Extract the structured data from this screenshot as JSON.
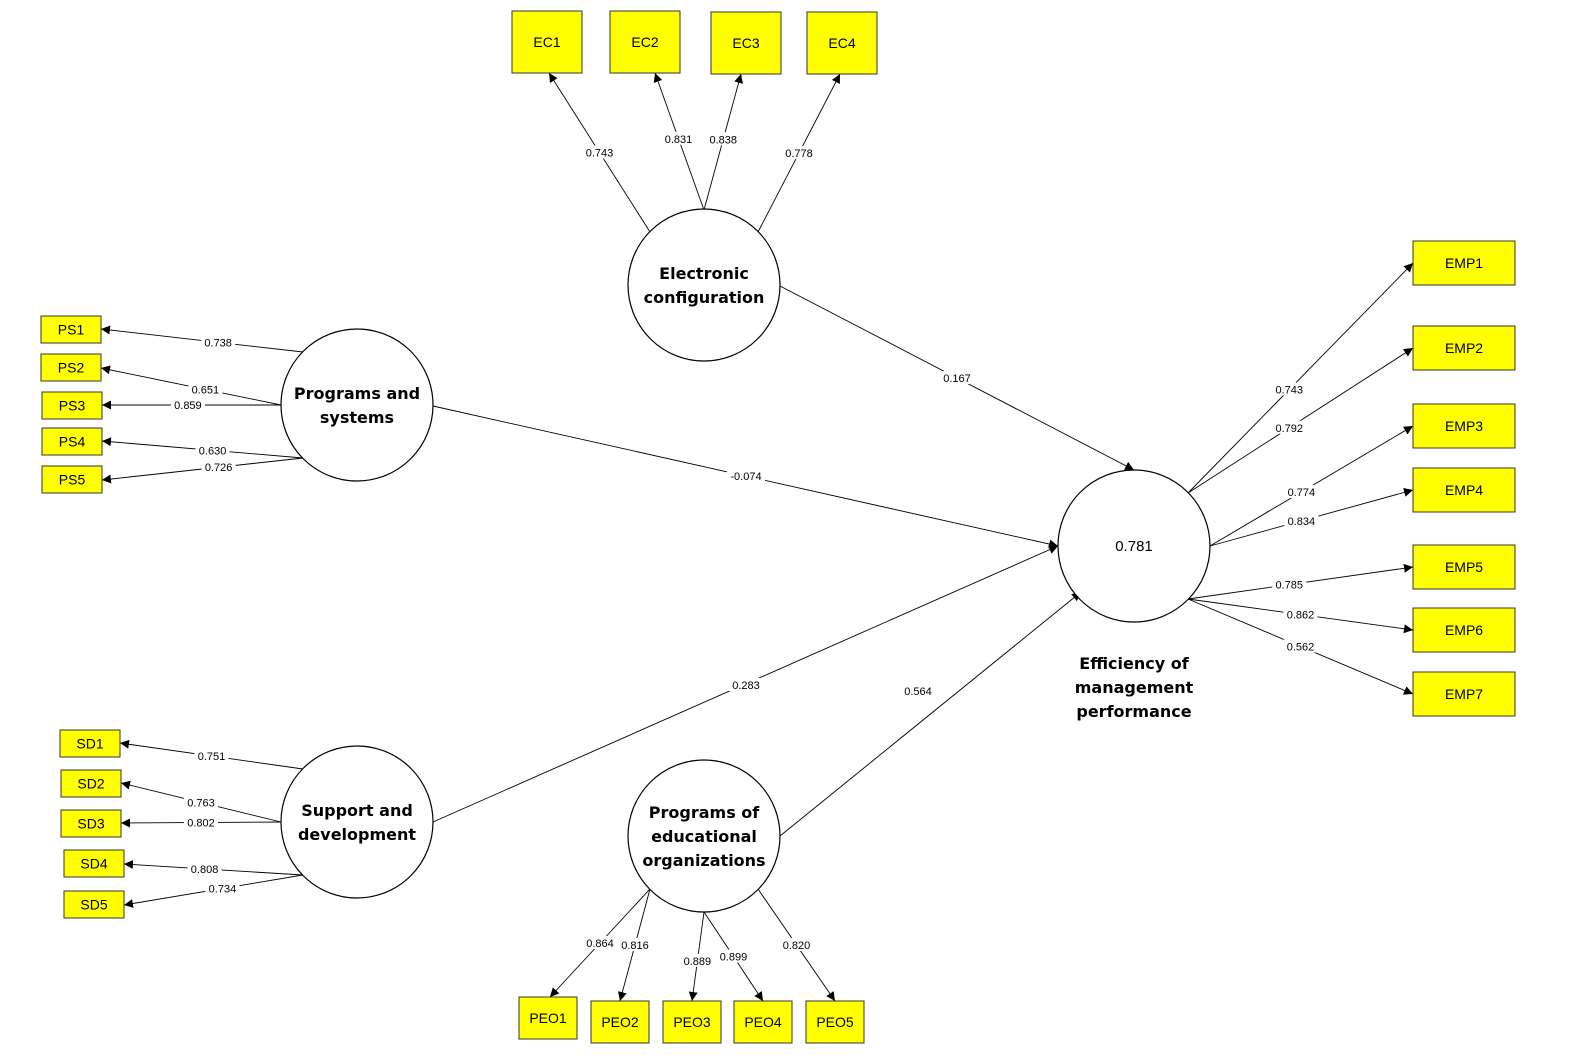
{
  "colors": {
    "indicator_fill": "#ffff00",
    "construct_fill": "#ffffff",
    "line": "#000000"
  },
  "constructs": [
    {
      "id": "EC",
      "lines": [
        "Electronic",
        "configuration"
      ]
    },
    {
      "id": "PS",
      "lines": [
        "Programs and",
        "systems"
      ]
    },
    {
      "id": "SD",
      "lines": [
        "Support and",
        "development"
      ]
    },
    {
      "id": "PEO",
      "lines": [
        "Programs of",
        "educational",
        "organizations"
      ]
    },
    {
      "id": "EMP",
      "lines": [],
      "r2": "0.781",
      "caption": [
        "Efficiency of",
        "management",
        "performance"
      ]
    }
  ],
  "indicators": [
    {
      "label": "EC1",
      "construct": "EC",
      "loading": "0.743"
    },
    {
      "label": "EC2",
      "construct": "EC",
      "loading": "0.831"
    },
    {
      "label": "EC3",
      "construct": "EC",
      "loading": "0.838"
    },
    {
      "label": "EC4",
      "construct": "EC",
      "loading": "0.778"
    },
    {
      "label": "PS1",
      "construct": "PS",
      "loading": "0.738"
    },
    {
      "label": "PS2",
      "construct": "PS",
      "loading": "0.651"
    },
    {
      "label": "PS3",
      "construct": "PS",
      "loading": "0.859"
    },
    {
      "label": "PS4",
      "construct": "PS",
      "loading": "0.630"
    },
    {
      "label": "PS5",
      "construct": "PS",
      "loading": "0.726"
    },
    {
      "label": "SD1",
      "construct": "SD",
      "loading": "0.751"
    },
    {
      "label": "SD2",
      "construct": "SD",
      "loading": "0.763"
    },
    {
      "label": "SD3",
      "construct": "SD",
      "loading": "0.802"
    },
    {
      "label": "SD4",
      "construct": "SD",
      "loading": "0.808"
    },
    {
      "label": "SD5",
      "construct": "SD",
      "loading": "0.734"
    },
    {
      "label": "PEO1",
      "construct": "PEO",
      "loading": "0.864"
    },
    {
      "label": "PEO2",
      "construct": "PEO",
      "loading": "0.816"
    },
    {
      "label": "PEO3",
      "construct": "PEO",
      "loading": "0.889"
    },
    {
      "label": "PEO4",
      "construct": "PEO",
      "loading": "0.899"
    },
    {
      "label": "PEO5",
      "construct": "PEO",
      "loading": "0.820"
    },
    {
      "label": "EMP1",
      "construct": "EMP",
      "loading": "0.743"
    },
    {
      "label": "EMP2",
      "construct": "EMP",
      "loading": "0.792"
    },
    {
      "label": "EMP3",
      "construct": "EMP",
      "loading": "0.774"
    },
    {
      "label": "EMP4",
      "construct": "EMP",
      "loading": "0.834"
    },
    {
      "label": "EMP5",
      "construct": "EMP",
      "loading": "0.785"
    },
    {
      "label": "EMP6",
      "construct": "EMP",
      "loading": "0.862"
    },
    {
      "label": "EMP7",
      "construct": "EMP",
      "loading": "0.562"
    }
  ],
  "paths": [
    {
      "from": "EC",
      "to": "EMP",
      "coef": "0.167"
    },
    {
      "from": "PS",
      "to": "EMP",
      "coef": "-0.074"
    },
    {
      "from": "SD",
      "to": "EMP",
      "coef": "0.283"
    },
    {
      "from": "PEO",
      "to": "EMP",
      "coef": "0.564"
    }
  ]
}
